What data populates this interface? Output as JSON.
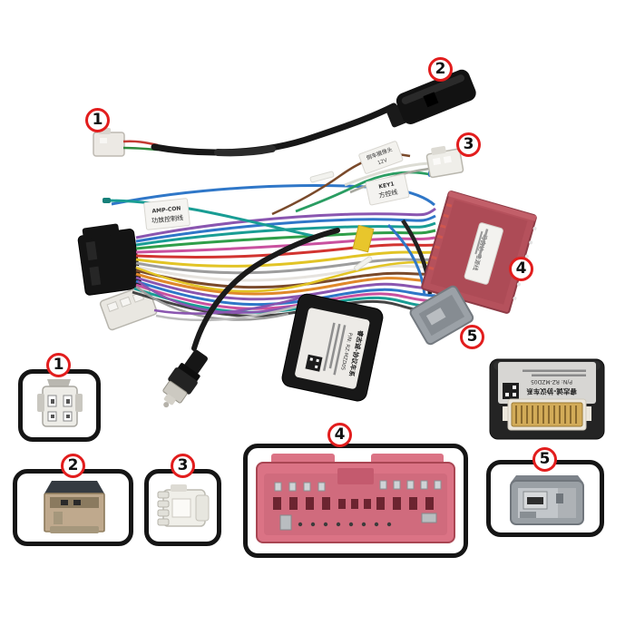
{
  "image_type": "car-stereo-wiring-harness-product-photo",
  "callouts": [
    "1",
    "2",
    "3",
    "4",
    "5"
  ],
  "tags": {
    "amp": {
      "line1": "AMP-CON",
      "line2": "功放控制线"
    },
    "camera": {
      "line1": "倒车摄像头",
      "line2": "12V"
    },
    "key": {
      "line1": "KEY1",
      "line2": "方控线"
    }
  },
  "connector4_label": {
    "text": "马自达-电源线"
  },
  "canbus": {
    "title": "睿志诚-协议车系",
    "part_number": "P/N: RZ-MZD05"
  },
  "colors": {
    "callout": "#e21d1d",
    "connector4_red": "#b5515c",
    "detail_connector_pink": "#db7385",
    "canbus_box": "#242424",
    "gold_connector": "#d2ab58",
    "background": "#ffffff"
  },
  "wires": [
    "#8a56b0",
    "#2f77c8",
    "#199d94",
    "#2f9e49",
    "#c9519f",
    "#d23430",
    "#e2c426",
    "#9d9d9d",
    "#e6e3de",
    "#7a4a2b",
    "#e0882a",
    "#8a56b0",
    "#2f77c8",
    "#c9519f",
    "#199d94",
    "#444444",
    "#8a56b0",
    "#9d9d9d",
    "#8a56b0",
    "#bdbdbd",
    "#2f77c8",
    "#199d94",
    "#2a9d62",
    "#7a4a2b",
    "#dcdcd4",
    "#a8a8a0",
    "#2f77c8",
    "#222222",
    "#e2c426"
  ]
}
